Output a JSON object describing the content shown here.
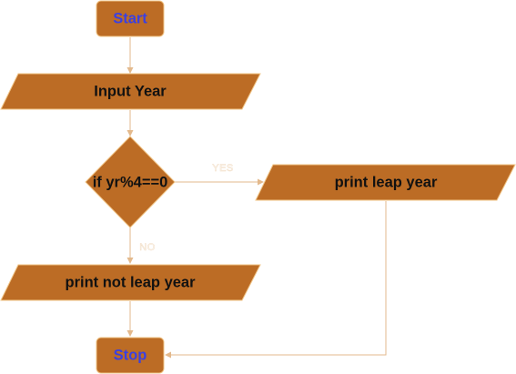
{
  "nodes": {
    "start": "Start",
    "input": "Input Year",
    "decision": "if yr%4==0",
    "print_leap": "print leap year",
    "print_not_leap": "print not leap year",
    "stop": "Stop"
  },
  "edges": {
    "yes_label": "YES",
    "no_label": "NO"
  },
  "colors": {
    "node_fill": "#bc6c25",
    "node_border": "#f0c486",
    "terminal_text": "#3b40e0",
    "edge": "#e3b98c"
  }
}
